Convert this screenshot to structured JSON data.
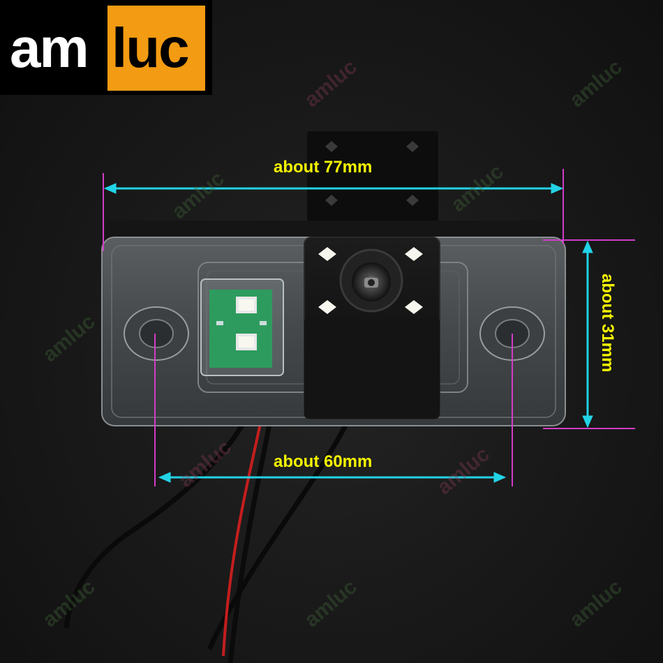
{
  "logo": {
    "part1": "am",
    "part2": "luc"
  },
  "watermark": "amluc",
  "dimensions": {
    "width_label": "about 77mm",
    "hole_spacing_label": "about 60mm",
    "height_label": "about 31mm"
  },
  "colors": {
    "logo_orange": "#f39b12",
    "label_yellow": "#f5f500",
    "arrow_cyan": "#22d3e6",
    "guide_magenta": "#d23cc8"
  }
}
